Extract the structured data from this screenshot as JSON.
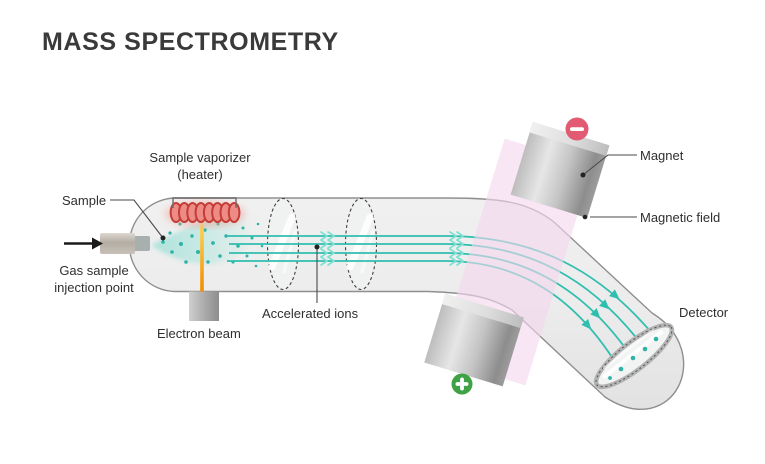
{
  "title": "MASS SPECTROMETRY",
  "labels": {
    "sample_vaporizer": {
      "line1": "Sample vaporizer",
      "line2": "(heater)"
    },
    "sample": "Sample",
    "gas_injection": {
      "line1": "Gas sample",
      "line2": "injection point"
    },
    "electron_beam": "Electron beam",
    "accelerated_ions": "Accelerated ions",
    "magnet": "Magnet",
    "magnetic_field": "Magnetic field",
    "detector": "Detector"
  },
  "icons": {
    "negative_terminal": "minus-icon",
    "positive_terminal": "plus-icon",
    "flow_direction": "right-arrow-icon"
  },
  "colors": {
    "title": "#3a3a3a",
    "label": "#2f2f2f",
    "ion_beam_teal": "#2fbfae",
    "ion_arrow_light": "#7fe0d2",
    "heater_coil_red": "#c23d38",
    "heater_fill": "#ef8b85",
    "electron_beam_orange": "#f29100",
    "magnetic_field_pink": "#f3d7ee",
    "negative_badge": "#e25b72",
    "positive_badge": "#3fa244",
    "tube_fill": "#ebebeb",
    "tube_stroke": "#8f8f8f",
    "spray_teal": "#2fb3a6"
  }
}
